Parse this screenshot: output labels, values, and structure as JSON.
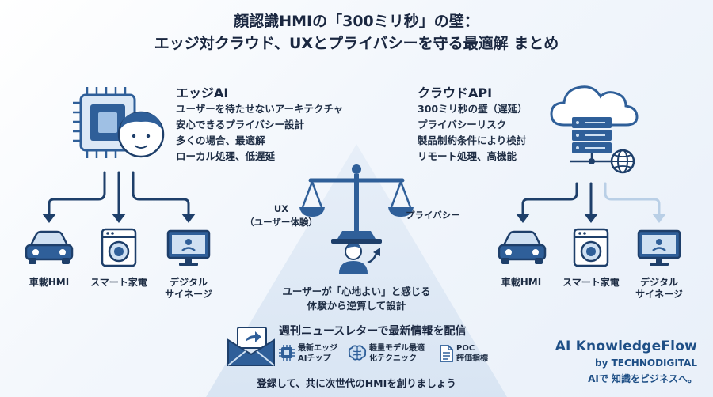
{
  "title": {
    "line1": "顔認識HMIの「300ミリ秒」の壁：",
    "line2": "エッジ対クラウド、UXとプライバシーを守る最適解 まとめ"
  },
  "edge": {
    "heading": "エッジAI",
    "features": [
      "ユーザーを待たせないアーキテクチャ",
      "安心できるプライバシー設計",
      "多くの場合、最適解",
      "ローカル処理、低遅延"
    ],
    "devices": [
      {
        "label": "車載HMI",
        "icon": "car-icon"
      },
      {
        "label": "スマート家電",
        "icon": "washing-machine-icon"
      },
      {
        "label": "デジタル\nサイネージ",
        "icon": "signage-monitor-icon"
      }
    ]
  },
  "cloud": {
    "heading": "クラウドAPI",
    "features": [
      "300ミリ秒の壁（遅延）",
      "プライバシーリスク",
      "製品制約条件により検討",
      "リモート処理、高機能"
    ],
    "devices": [
      {
        "label": "車載HMI",
        "icon": "car-icon"
      },
      {
        "label": "スマート家電",
        "icon": "washing-machine-icon"
      },
      {
        "label": "デジタル\nサイネージ",
        "icon": "signage-monitor-icon"
      }
    ]
  },
  "balance": {
    "left_label": "UX\n（ユーザー体験）",
    "right_label": "プライバシー",
    "message_line1": "ユーザーが「心地よい」と感じる",
    "message_line2": "体験から逆算して設計"
  },
  "newsletter": {
    "heading": "週刊ニュースレターで最新情報を配信",
    "items": [
      {
        "label": "最新エッジ\nAIチップ",
        "icon": "chip-icon"
      },
      {
        "label": "軽量モデル最適\n化テクニック",
        "icon": "brain-icon"
      },
      {
        "label": "POC\n評価指標",
        "icon": "document-icon"
      }
    ],
    "cta": "登録して、共に次世代のHMIを創りましょう"
  },
  "brand": {
    "name": "AI KnowledgeFlow",
    "by": "by TECHNODIGITAL",
    "tagline": "AIで 知識をビジネスへ。"
  },
  "colors": {
    "primary": "#2f5f99",
    "dark": "#1e3f6a",
    "light": "#cfe0f2",
    "pale_arrow": "#b9cfe6"
  }
}
